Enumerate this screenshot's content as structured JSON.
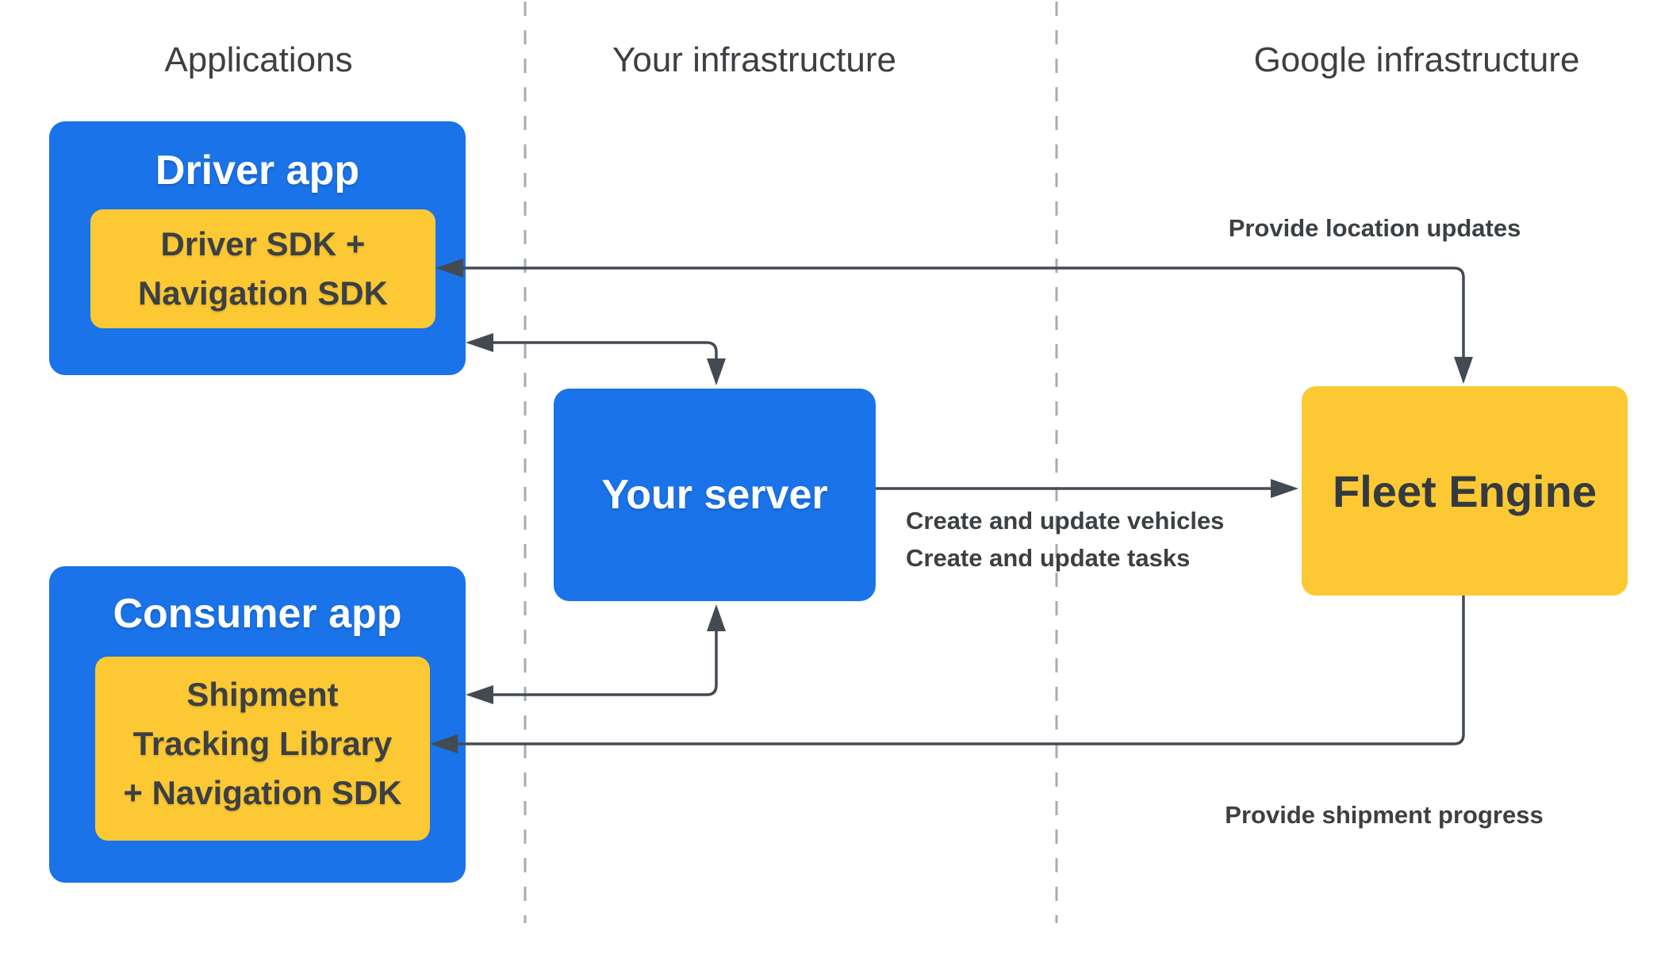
{
  "columns": [
    {
      "label": "Applications"
    },
    {
      "label": "Your infrastructure"
    },
    {
      "label": "Google infrastructure"
    }
  ],
  "nodes": {
    "driver_app": {
      "title": "Driver app",
      "sdk_lines": [
        "Driver SDK +",
        "Navigation SDK"
      ]
    },
    "consumer_app": {
      "title": "Consumer app",
      "sdk_lines": [
        "Shipment",
        "Tracking Library",
        "+ Navigation SDK"
      ]
    },
    "your_server": {
      "title": "Your server"
    },
    "fleet_engine": {
      "title": "Fleet Engine"
    }
  },
  "edges": {
    "location_updates": {
      "label": "Provide location updates"
    },
    "create_update": {
      "lines": [
        "Create and update vehicles",
        "Create and update tasks"
      ]
    },
    "shipment_progress": {
      "label": "Provide shipment progress"
    }
  },
  "colors": {
    "blue": "#1A73E8",
    "yellow": "#FCC934",
    "ink": "#3C4043",
    "arrow": "#434A52",
    "divider": "#A9ACAE"
  }
}
